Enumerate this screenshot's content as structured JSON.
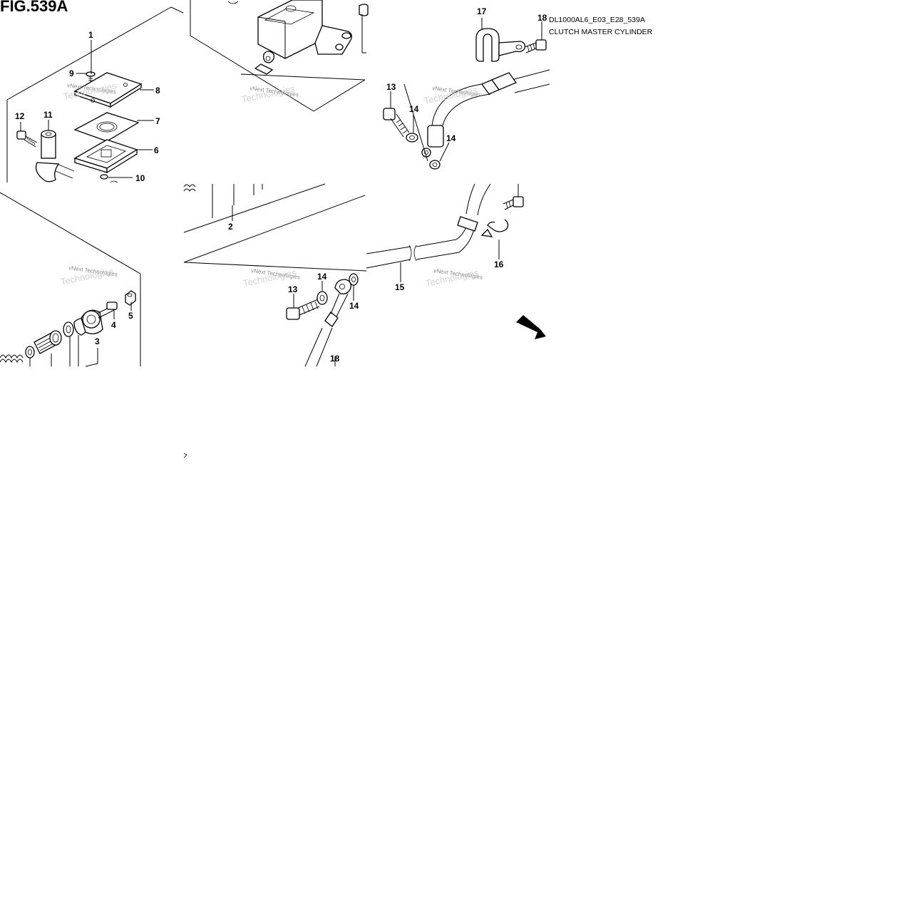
{
  "figure": {
    "title": "FIG.539A",
    "code": "DL1000AL6_E03_E28_539A",
    "name": "CLUTCH MASTER CYLINDER"
  },
  "fwd_label": "FWD",
  "watermark": {
    "line1": "vNext Technologies",
    "line2": "Technologies"
  },
  "callouts": {
    "c1": "1",
    "c2": "2",
    "c3": "3",
    "c4": "4",
    "c5": "5",
    "c6": "6",
    "c7": "7",
    "c8": "8",
    "c9": "9",
    "c10": "10",
    "c11": "11",
    "c12": "12",
    "c13a": "13",
    "c13b": "13",
    "c14a": "14",
    "c14b": "14",
    "c14c": "14",
    "c14d": "14",
    "c15": "15",
    "c16": "16",
    "c17": "17",
    "c18a": "18",
    "c18b": "18"
  },
  "colors": {
    "ink": "#000000",
    "watermark": "#8a8a8a",
    "paper": "#ffffff"
  }
}
